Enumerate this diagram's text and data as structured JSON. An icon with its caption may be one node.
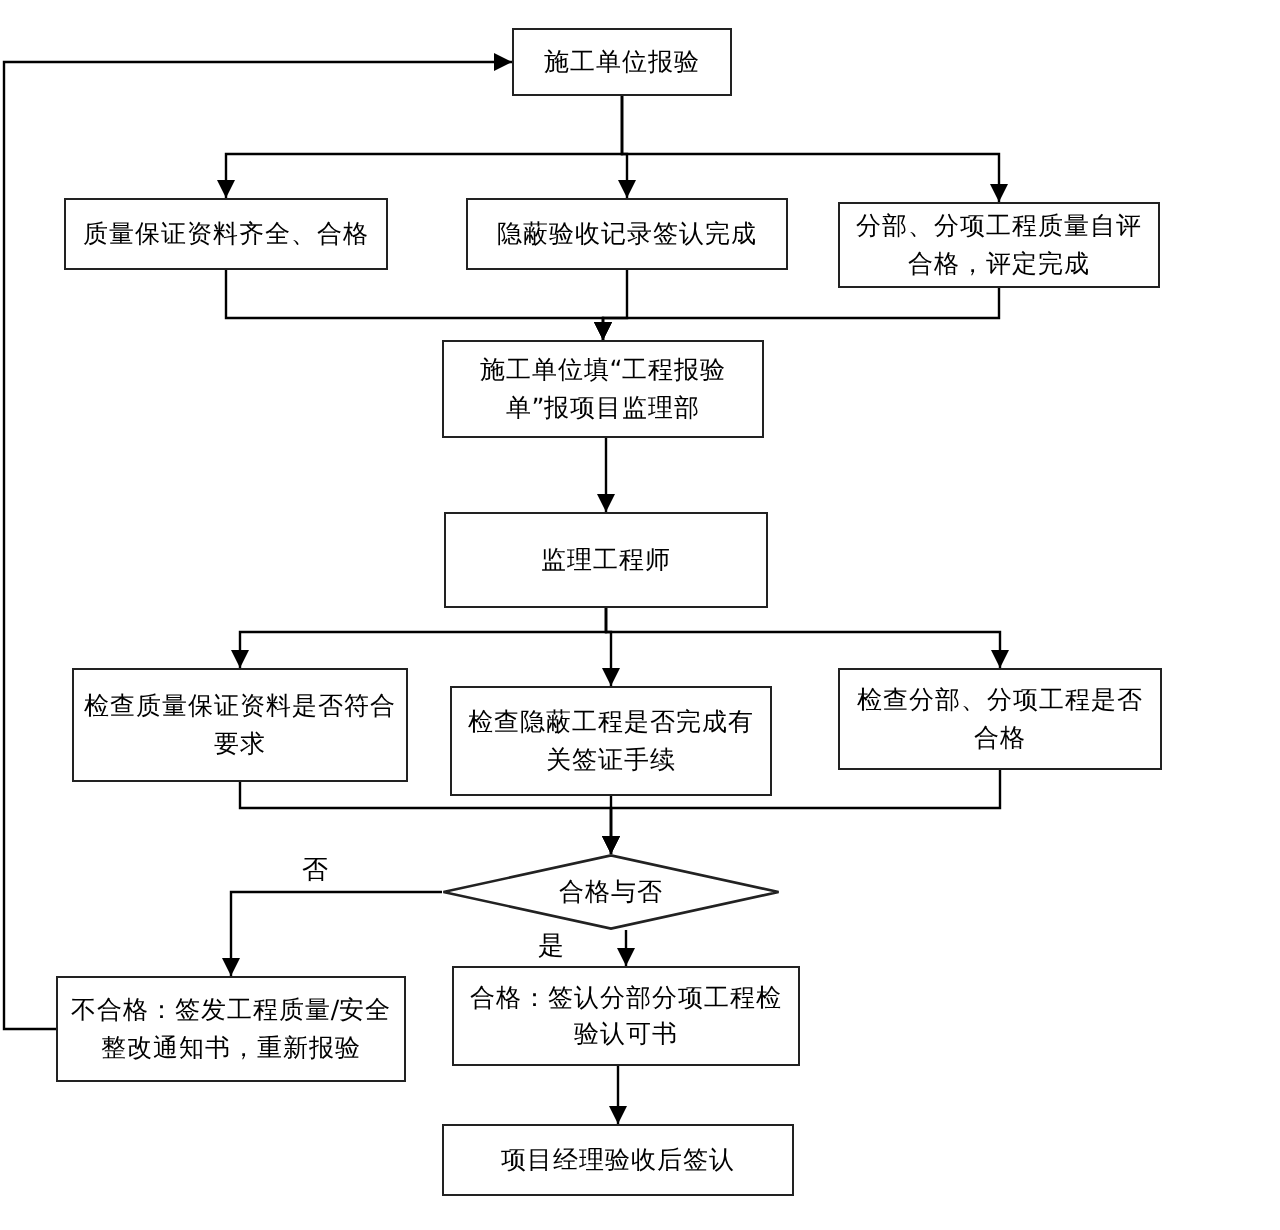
{
  "diagram": {
    "nodes": [
      {
        "text": [
          "施工单位报验"
        ]
      },
      {
        "text": [
          "质量保证资料齐全、合格"
        ]
      },
      {
        "text": [
          "隐蔽验收记录签认完成"
        ]
      },
      {
        "text": [
          "分部、分项工程质量自评合格，评定完成"
        ]
      },
      {
        "text": [
          "施工单位填“工程报验单”报项目监理部"
        ]
      },
      {
        "text": [
          "监理工程师"
        ]
      },
      {
        "text": [
          "检查质量保证资料是否符合要求"
        ]
      },
      {
        "text": [
          "检查隐蔽工程是否完成有关签证手续"
        ]
      },
      {
        "text": [
          "检查分部、分项工程是否合格"
        ]
      },
      {
        "text": [
          "合格与否"
        ]
      },
      {
        "text": [
          "不合格：签发工程质量/安全整改通知书，重新报验"
        ]
      },
      {
        "text": [
          "合格：签认分部分项工程检验认可书"
        ]
      },
      {
        "text": [
          "项目经理验收后签认"
        ]
      }
    ],
    "edges": [
      {
        "from": 0,
        "to": 1,
        "arrow": "to"
      },
      {
        "from": 0,
        "to": 2,
        "arrow": "to"
      },
      {
        "from": 0,
        "to": 3,
        "arrow": "to"
      },
      {
        "from": 1,
        "to": 4,
        "arrow": "to"
      },
      {
        "from": 2,
        "to": 4,
        "arrow": "to"
      },
      {
        "from": 3,
        "to": 4,
        "arrow": "to"
      },
      {
        "from": 4,
        "to": 5,
        "arrow": "to"
      },
      {
        "from": 5,
        "to": 6,
        "arrow": "to"
      },
      {
        "from": 5,
        "to": 7,
        "arrow": "to"
      },
      {
        "from": 5,
        "to": 8,
        "arrow": "to"
      },
      {
        "from": 6,
        "to": 9,
        "arrow": "to"
      },
      {
        "from": 7,
        "to": 9,
        "arrow": "to"
      },
      {
        "from": 8,
        "to": 9,
        "arrow": "to"
      },
      {
        "from": 9,
        "to": 10,
        "arrow": "to",
        "label": "否"
      },
      {
        "from": 9,
        "to": 11,
        "arrow": "to",
        "label": "是"
      },
      {
        "from": 10,
        "to": 0,
        "arrow": "to"
      },
      {
        "from": 11,
        "to": 12,
        "arrow": "to"
      }
    ]
  }
}
